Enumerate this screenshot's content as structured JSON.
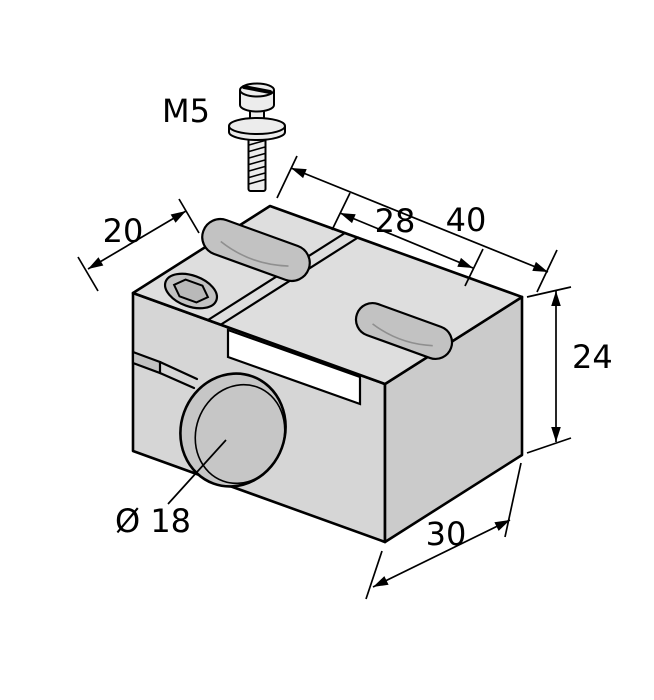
{
  "drawing": {
    "labels": {
      "screw_thread": "M5",
      "dim_top_width": "20",
      "dim_slot_spacing": "28",
      "dim_length": "40",
      "dim_height": "24",
      "dim_depth": "30",
      "dim_bore_diameter": "Ø 18"
    },
    "colors": {
      "background": "#ffffff",
      "line": "#000000",
      "body_fill": "#d6d6d6",
      "body_fill_top": "#dedede",
      "body_fill_right": "#cbcbcb",
      "recess_fill": "#c2c2c2",
      "hex_fill": "#b9b9b9",
      "bore_fill": "#c6c6c6",
      "label_plate_fill": "#ffffff",
      "metal_fill": "#ececec"
    }
  }
}
